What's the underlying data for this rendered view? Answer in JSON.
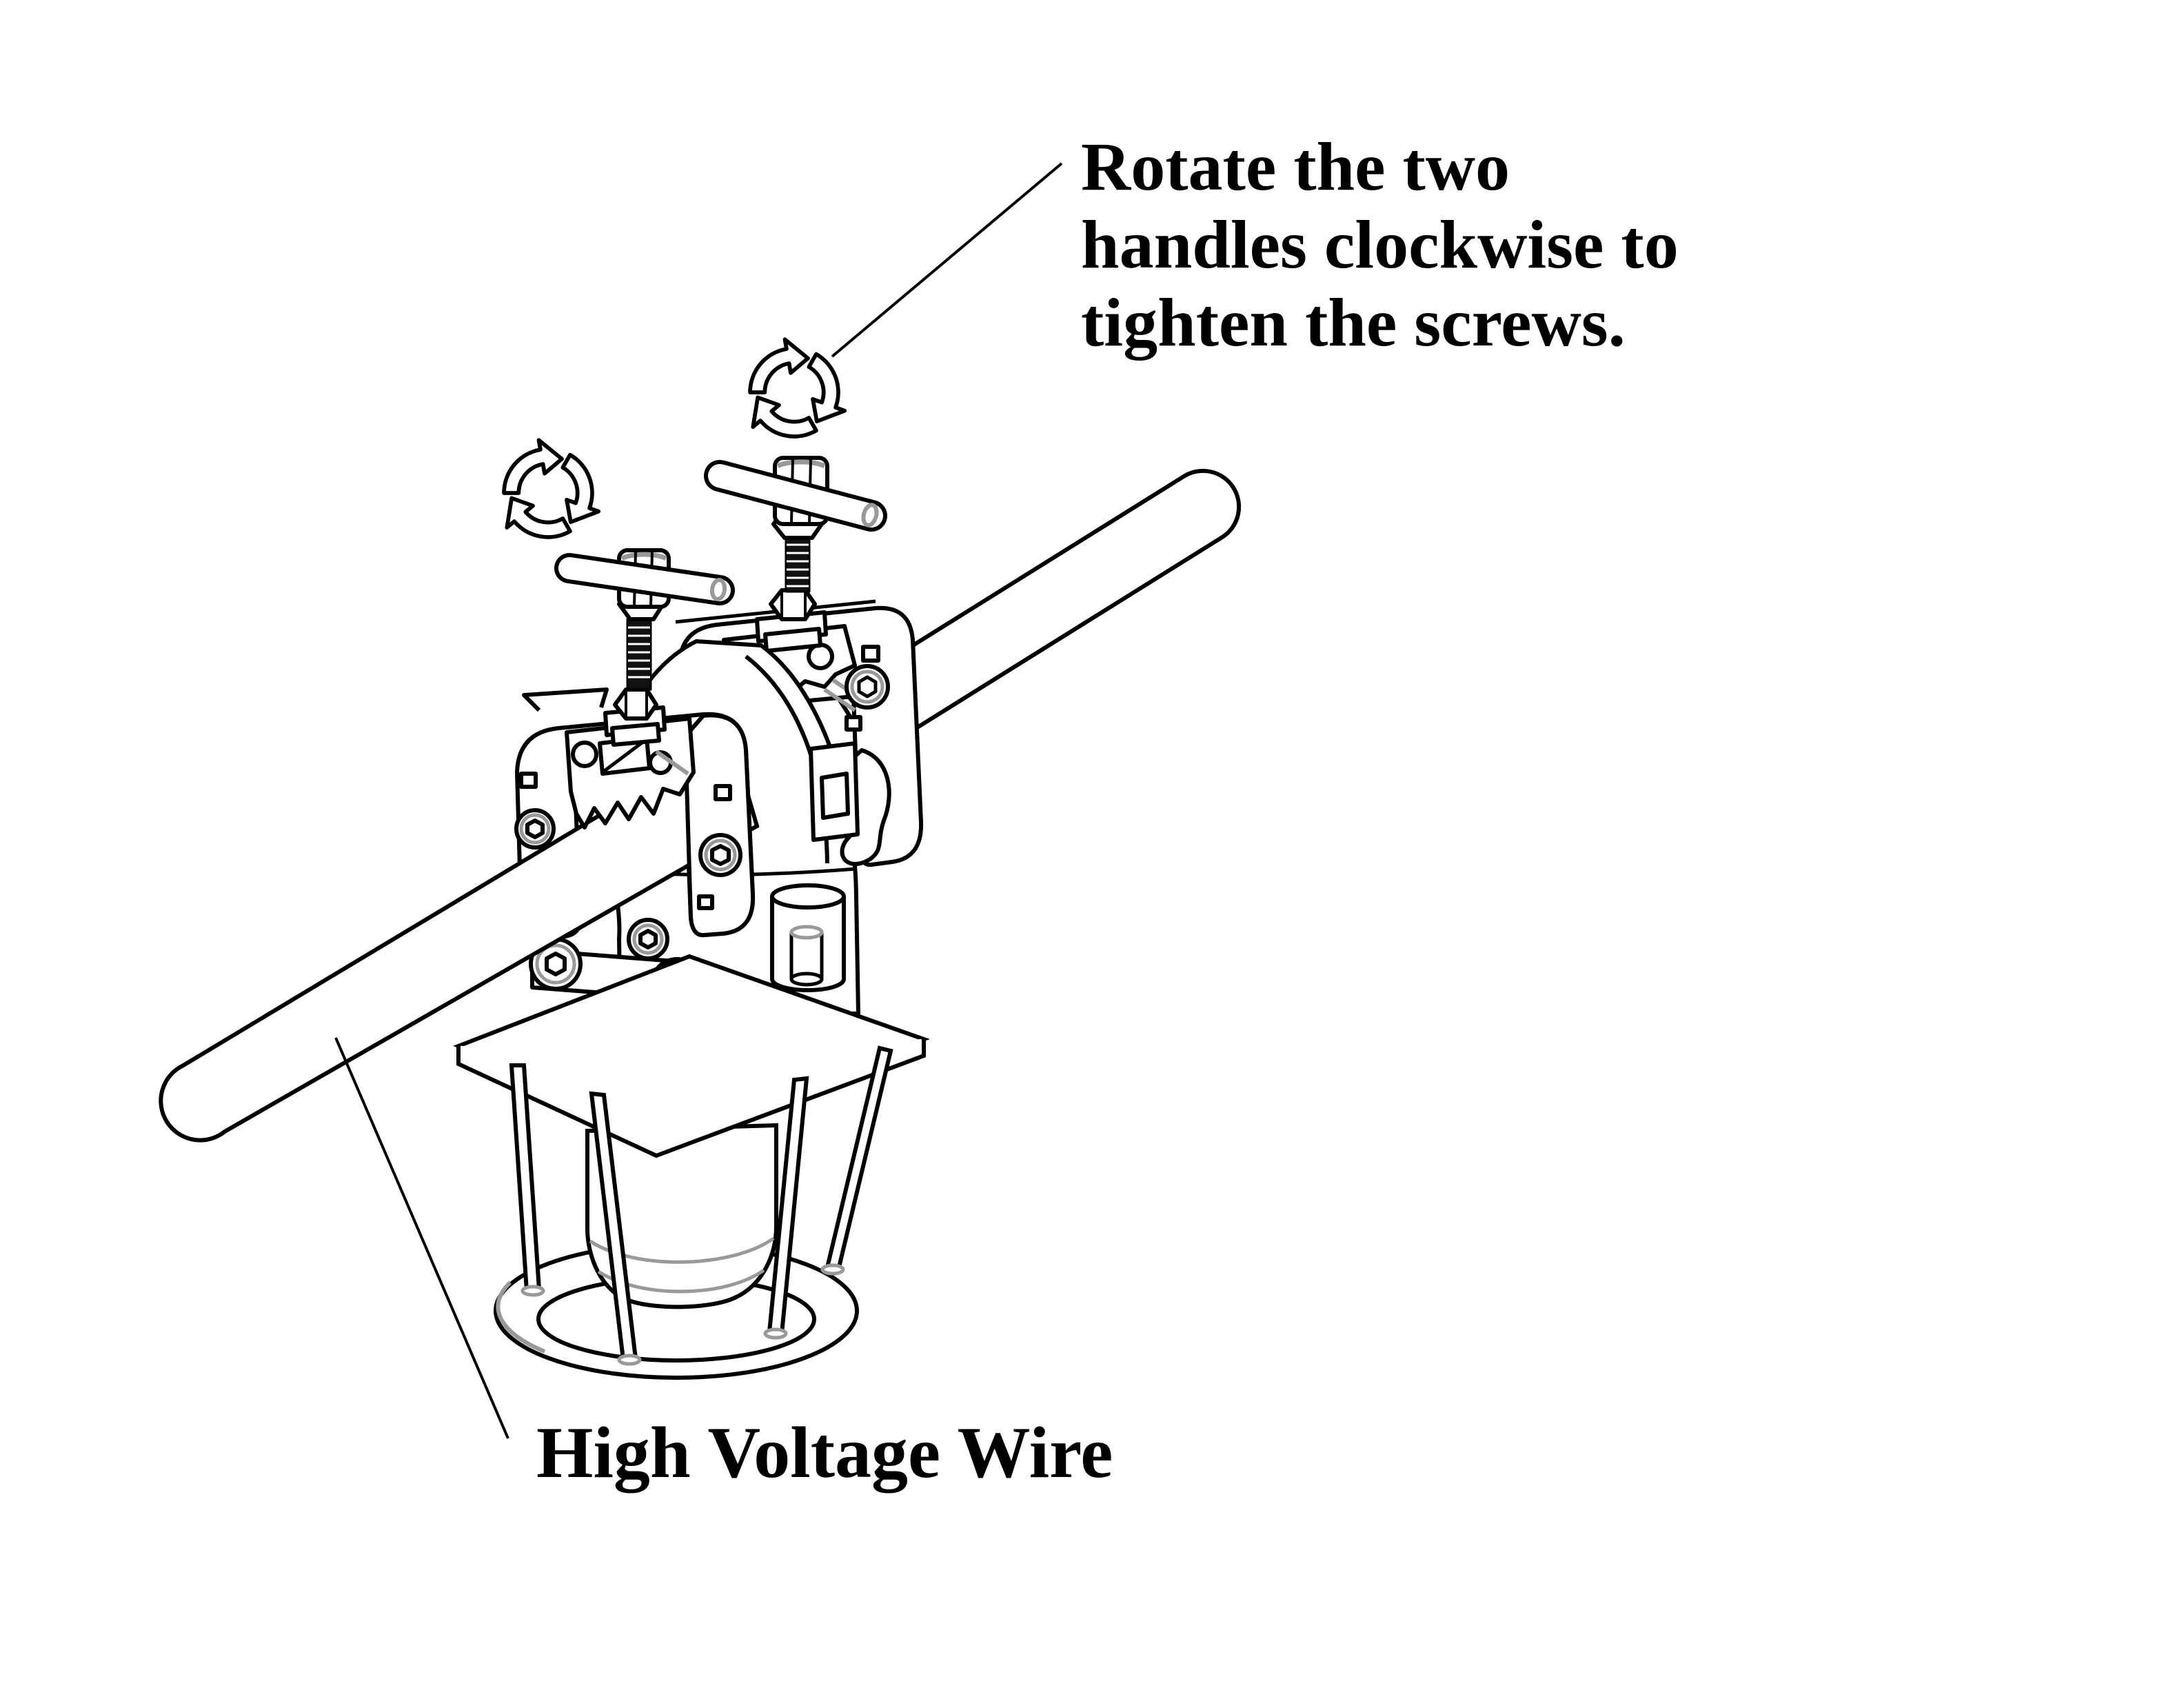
{
  "annotations": {
    "rotate_note": {
      "lines": [
        "Rotate the two",
        "handles clockwise to",
        "tighten the screws."
      ]
    },
    "wire_label": "High Voltage Wire"
  },
  "figure": {
    "subject": "wire clamp with two T-handle screws mounted on a high voltage wire",
    "icon_names": [
      "rotate-clockwise-icon",
      "rotate-clockwise-icon"
    ],
    "colors": {
      "line": "#000000",
      "accent": "#999999",
      "background": "#ffffff",
      "text": "#000000"
    }
  }
}
